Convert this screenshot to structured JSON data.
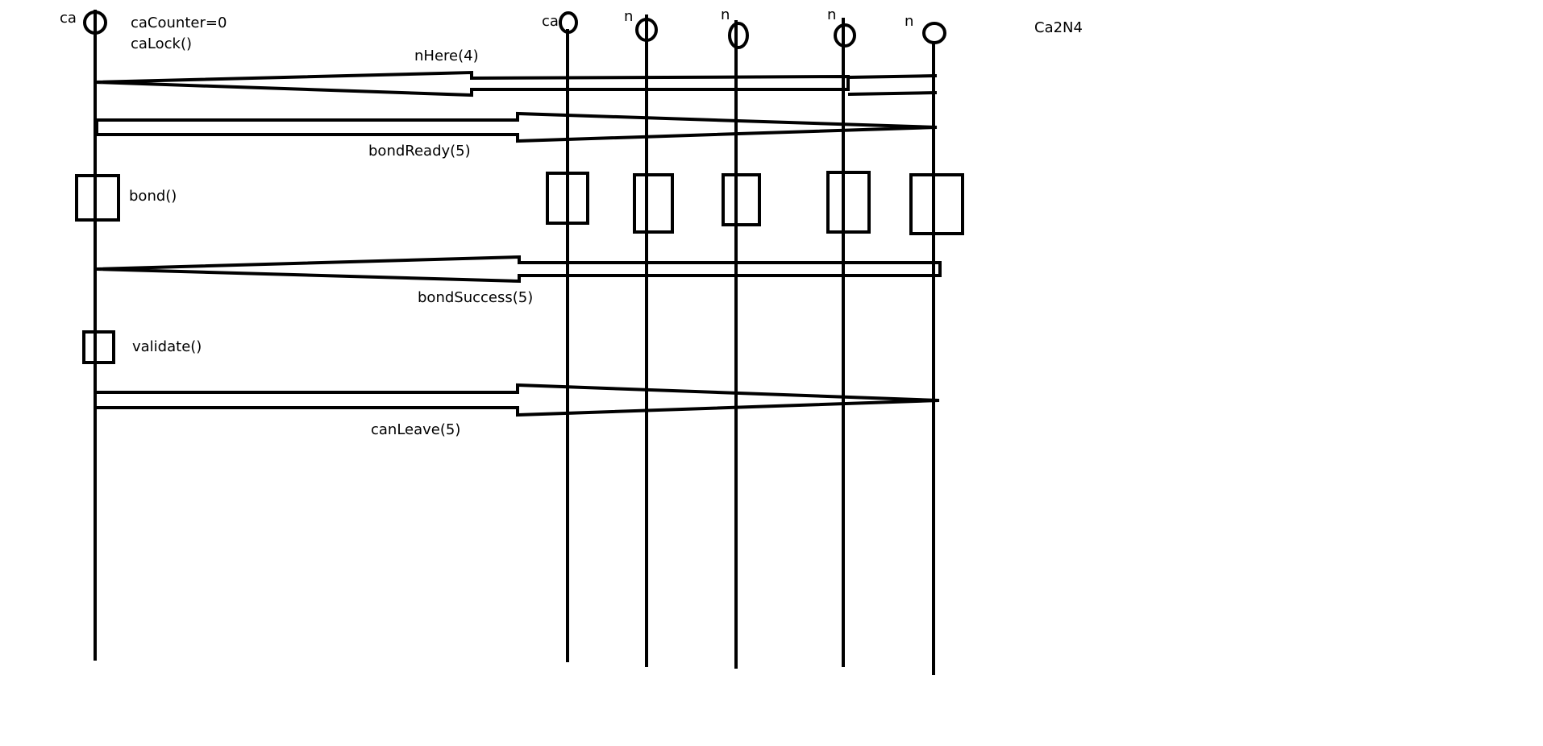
{
  "diagram": {
    "title": "Ca2N4",
    "participants": [
      "ca",
      "ca",
      "n",
      "n",
      "n",
      "n"
    ],
    "notes": {
      "counter": "caCounter=0",
      "lock": "caLock()"
    },
    "messages": [
      "nHere(4)",
      "bondReady(5)",
      "bondSuccess(5)",
      "canLeave(5)"
    ],
    "actions": [
      "bond()",
      "validate()"
    ]
  },
  "colors": {
    "ink": "#000000",
    "background": "#ffffff"
  }
}
